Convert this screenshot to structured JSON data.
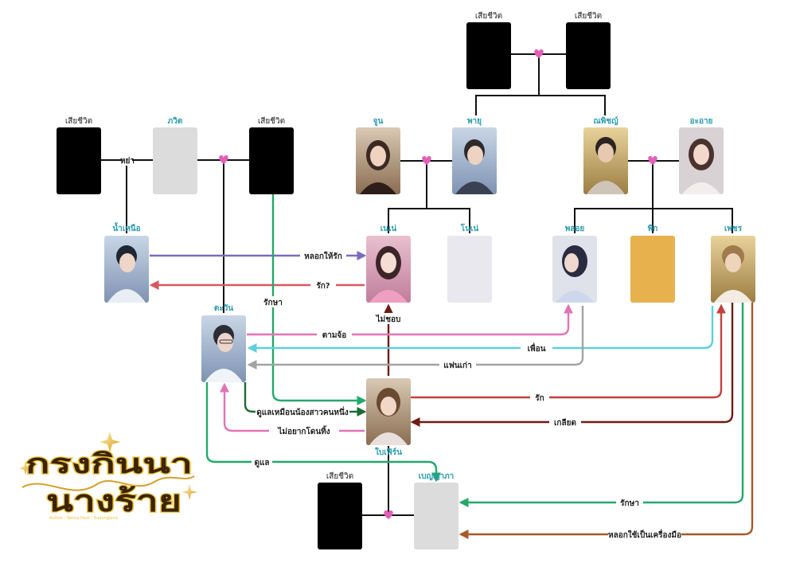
{
  "colors": {
    "card_dead": "#000000",
    "card_unknown": "#dcdcdc",
    "card_pale": "#e8e8ee",
    "card_gold": "#e7b24e",
    "heart": "#e35fb7",
    "name_text": "#2a9bb0",
    "purple": "#7b6bbd",
    "red_soft": "#d65a60",
    "pink": "#e173b6",
    "cyan": "#5fd0dc",
    "gray": "#a3a3a3",
    "green": "#23a86a",
    "dark_green": "#1c6b33",
    "red": "#c4403a",
    "dark_red": "#6d1c13",
    "brown": "#a9582a",
    "line": "#111111"
  },
  "people": {
    "dead_top_left": {
      "name": "เสียชีวิต"
    },
    "dead_top_right": {
      "name": "เสียชีวิต"
    },
    "dead_left_1": {
      "name": "เสียชีวิต"
    },
    "pawit": {
      "name": "ภวิต"
    },
    "dead_left_2": {
      "name": "เสียชีวิต"
    },
    "joon": {
      "name": "จูน"
    },
    "payu": {
      "name": "พายุ"
    },
    "nappitchaya": {
      "name": "ณพิชญ์"
    },
    "aai": {
      "name": "อะอาย"
    },
    "namnuea": {
      "name": "น้ำเหนือ"
    },
    "nene": {
      "name": "เนเน่"
    },
    "none": {
      "name": "โนเน่"
    },
    "ploy": {
      "name": "พลอย"
    },
    "pik": {
      "name": "พิก"
    },
    "petch": {
      "name": "เพชร"
    },
    "tawan": {
      "name": "ตะวัน"
    },
    "baifern": {
      "name": "ใบเฟิร์น"
    },
    "dead_bottom": {
      "name": "เสียชีวิต"
    },
    "benyapa": {
      "name": "เบญญาภา"
    }
  },
  "relations": {
    "divorce": "หย่า",
    "fake_love": "หลอกให้รัก",
    "love_question": "รัก?",
    "cure": "รักษา",
    "dislike": "ไม่ชอบ",
    "stalk": "ตามจ้อ",
    "friend": "เพื่อน",
    "ex": "แฟนเก่า",
    "love": "รัก",
    "like_sister": "ดูแลเหมือนน้องสาวคนหนึ่ง",
    "hate": "เกลียด",
    "not_abandoned": "ไม่อยากโดนทิ้ง",
    "care": "ดูแล",
    "cure_2": "รักษา",
    "use_as_tool": "หลอกใช้เป็นเครื่องมือ"
  },
  "logo": {
    "line1": "กรงกินนา",
    "line2": "นางร้าย",
    "credit": "Author : Yanisa   Illust : Badongland"
  },
  "icons": {
    "heart": "heart-icon",
    "arrow": "arrowhead-icon"
  }
}
